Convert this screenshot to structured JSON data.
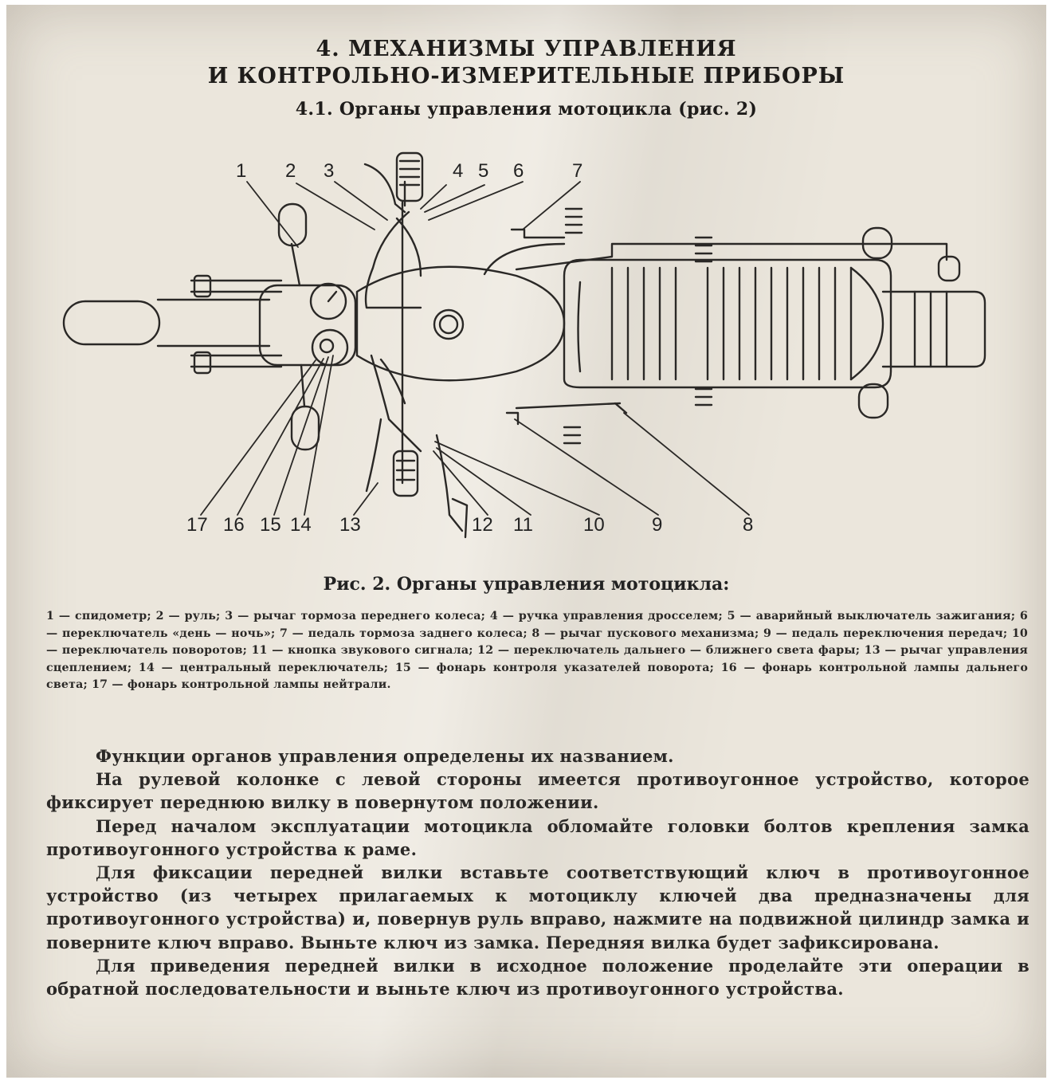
{
  "header": {
    "title_line1": "4. МЕХАНИЗМЫ УПРАВЛЕНИЯ",
    "title_line2": "И КОНТРОЛЬНО-ИЗМЕРИТЕЛЬНЫЕ ПРИБОРЫ",
    "subtitle": "4.1. Органы управления мотоцикла (рис. 2)"
  },
  "figure": {
    "callouts": [
      "1",
      "2",
      "3",
      "4",
      "5",
      "6",
      "7",
      "8",
      "9",
      "10",
      "11",
      "12",
      "13",
      "14",
      "15",
      "16",
      "17"
    ],
    "caption": "Рис. 2. Органы управления мотоцикла:",
    "legend": "1 — спидометр; 2 — руль; 3 — рычаг тормоза переднего колеса; 4 — ручка управления дросселем; 5 — аварийный выключатель зажигания; 6 — переключатель «день — ночь»; 7 — педаль тормоза заднего колеса; 8 — рычаг пускового механизма; 9 — педаль переключения передач; 10 — переключатель поворотов; 11 — кнопка звукового сигнала; 12 — переключатель дальнего — ближнего света фары; 13 — рычаг управления сцеплением; 14 — центральный переключатель; 15 — фонарь контроля указателей поворота; 16 — фонарь контрольной лампы дальнего света; 17 — фонарь контрольной лампы нейтрали."
  },
  "body": {
    "p1": "Функции органов управления определены их названием.",
    "p2": "На рулевой колонке с левой стороны имеется противоугонное устройство, которое фиксирует переднюю вилку в повернутом положении.",
    "p3": "Перед началом эксплуатации мотоцикла обломайте головки болтов крепления замка противоугонного устройства к раме.",
    "p4": "Для фиксации передней вилки вставьте соответствующий ключ в противоугонное устройство (из четырех прилагаемых к мотоциклу ключей два предназначены для противоугонного устройства) и, повернув руль вправо, нажмите на подвижной цилиндр замка и поверните ключ вправо. Выньте ключ из замка. Передняя вилка будет зафиксирована.",
    "p5": "Для приведения передней вилки в исходное положение проделайте эти операции в обратной последовательности и выньте ключ из противоугонного устройства."
  }
}
